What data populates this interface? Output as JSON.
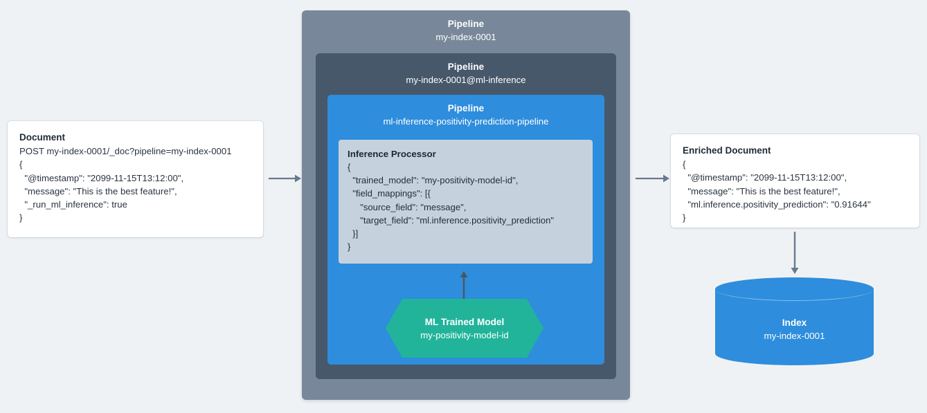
{
  "background_color": "#eff2f5",
  "palette": {
    "outer_pipeline": "#78889a",
    "mid_pipeline": "#47586b",
    "inner_pipeline": "#2e8ddc",
    "processor_box": "#c5d2de",
    "ml_model": "#21b49a",
    "index_cylinder": "#2e8ddc",
    "arrow": "#69798c",
    "card_background": "#ffffff"
  },
  "document": {
    "title": "Document",
    "lines": [
      "POST my-index-0001/_doc?pipeline=my-index-0001",
      "{",
      "  \"@timestamp\": \"2099-11-15T13:12:00\",",
      "  \"message\": \"This is the best feature!\",",
      "  \"_run_ml_inference\": true",
      "}"
    ]
  },
  "pipelines": {
    "outer": {
      "kind": "Pipeline",
      "name": "my-index-0001"
    },
    "middle": {
      "kind": "Pipeline",
      "name": "my-index-0001@ml-inference"
    },
    "inner": {
      "kind": "Pipeline",
      "name": "ml-inference-positivity-prediction-pipeline"
    }
  },
  "inference_processor": {
    "title": "Inference Processor",
    "lines": [
      "{",
      "  \"trained_model\": \"my-positivity-model-id\",",
      "  \"field_mappings\": [{",
      "     \"source_field\": \"message\",",
      "     \"target_field\": \"ml.inference.positivity_prediction\"",
      "  }]",
      "}"
    ]
  },
  "ml_model": {
    "title": "ML Trained Model",
    "name": "my-positivity-model-id"
  },
  "enriched_document": {
    "title": "Enriched Document",
    "lines": [
      "{",
      "  \"@timestamp\": \"2099-11-15T13:12:00\",",
      "  \"message\": \"This is the best feature!\",",
      "  \"ml.inference.positivity_prediction\": \"0.91644\"",
      "}"
    ]
  },
  "index": {
    "title": "Index",
    "name": "my-index-0001"
  },
  "arrows": [
    {
      "name": "document-to-pipeline",
      "direction": "right"
    },
    {
      "name": "pipeline-to-enriched-document",
      "direction": "right"
    },
    {
      "name": "ml-model-to-inference-processor",
      "direction": "up"
    },
    {
      "name": "enriched-document-to-index",
      "direction": "down"
    }
  ]
}
